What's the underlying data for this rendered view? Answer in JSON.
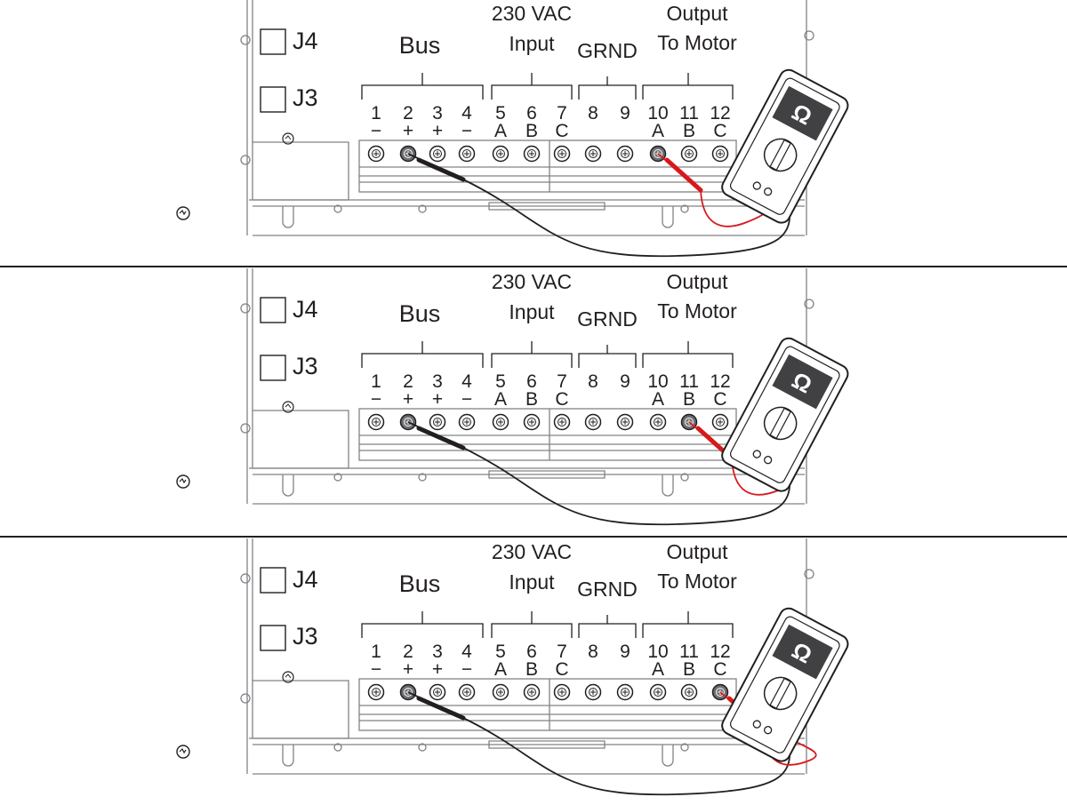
{
  "labels": {
    "j4": "J4",
    "j3": "J3",
    "bus": "Bus",
    "input_line1": "230 VAC",
    "input_line2": "Input",
    "ground": "GRND",
    "output_line1": "Output",
    "output_line2": "To Motor",
    "meter_symbol": "Ω"
  },
  "terminals": [
    {
      "number": "1",
      "sign": "−"
    },
    {
      "number": "2",
      "sign": "+"
    },
    {
      "number": "3",
      "sign": "+"
    },
    {
      "number": "4",
      "sign": "−"
    },
    {
      "number": "5",
      "sign": "A"
    },
    {
      "number": "6",
      "sign": "B"
    },
    {
      "number": "7",
      "sign": "C"
    },
    {
      "number": "8",
      "sign": ""
    },
    {
      "number": "9",
      "sign": ""
    },
    {
      "number": "10",
      "sign": "A"
    },
    {
      "number": "11",
      "sign": "B"
    },
    {
      "number": "12",
      "sign": "C"
    }
  ],
  "panels": [
    {
      "black_probe_terminal": "2",
      "red_probe_terminal": "10"
    },
    {
      "black_probe_terminal": "2",
      "red_probe_terminal": "11"
    },
    {
      "black_probe_terminal": "2",
      "red_probe_terminal": "12"
    }
  ],
  "colors": {
    "line": "#231f20",
    "chassis": "#808285",
    "probe_red": "#d7191c",
    "probe_black": "#231f20",
    "probed_terminal": "#6d6e71",
    "meter_body": "#ffffff",
    "meter_window": "#414042"
  }
}
